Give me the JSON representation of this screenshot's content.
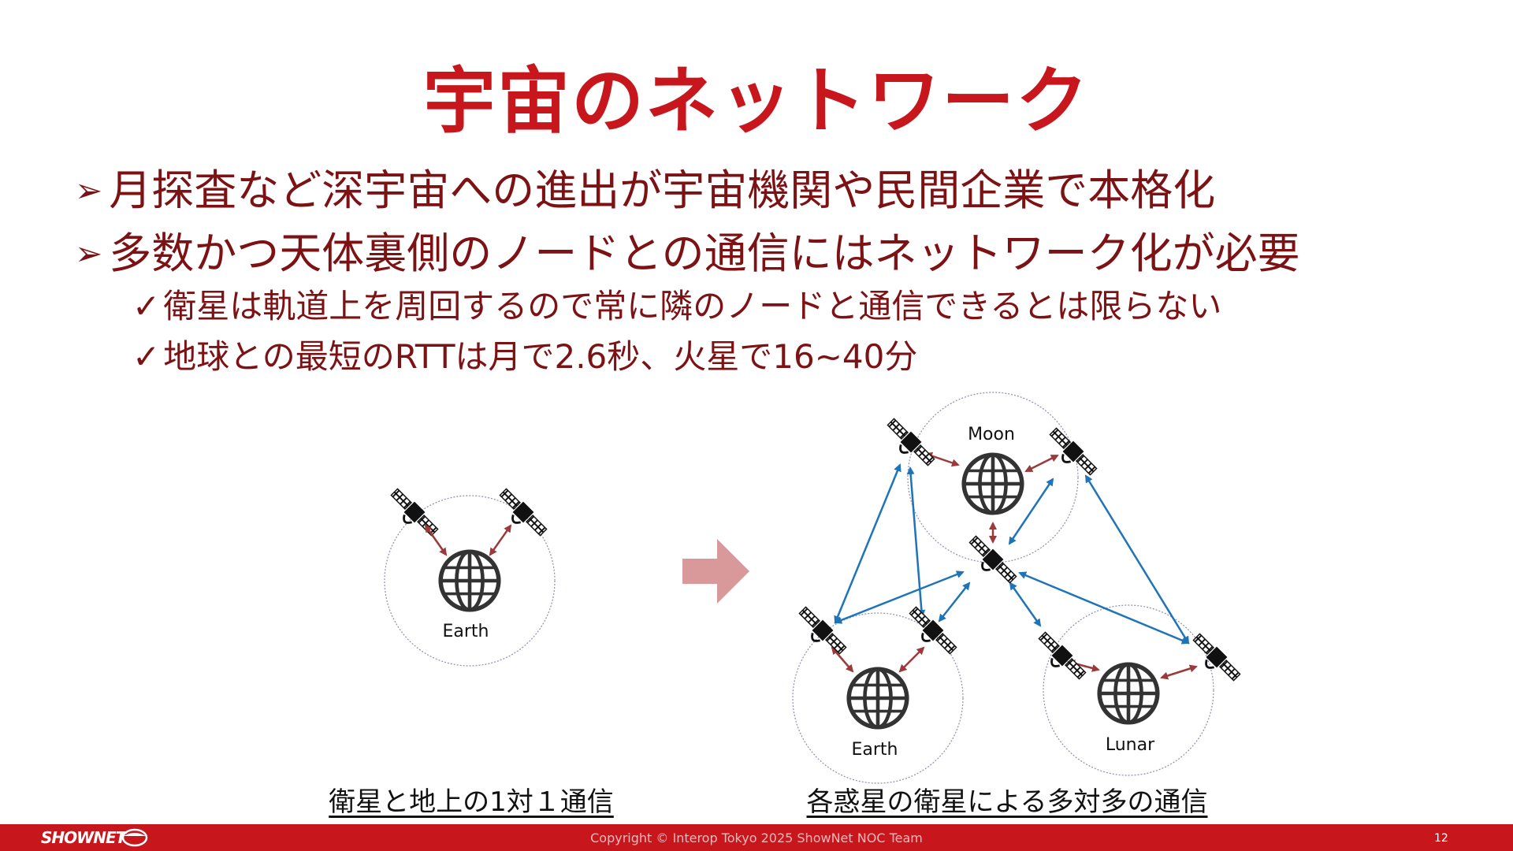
{
  "slide": {
    "title": "宇宙のネットワーク",
    "page_number": "12"
  },
  "bullets": [
    {
      "marker": "➢",
      "text": "月探査など深宇宙への進出が宇宙機関や民間企業で本格化"
    },
    {
      "marker": "➢",
      "text": "多数かつ天体裏側のノードとの通信にはネットワーク化が必要"
    }
  ],
  "sub_bullets": [
    {
      "marker": "✓",
      "text": "衛星は軌道上を周回するので常に隣のノードと通信できるとは限らない"
    },
    {
      "marker": "✓",
      "text": "地球との最短のRTTは月で2.6秒、火星で16~40分"
    }
  ],
  "diagram": {
    "left_caption": "衛星と地上の1対１通信",
    "right_caption": "各惑星の衛星による多対多の通信",
    "left_body_label": "Earth",
    "right_bodies": {
      "moon": "Moon",
      "earth": "Earth",
      "lunar": "Lunar"
    },
    "icons": {
      "planet": "globe-icon",
      "satellite": "satellite-icon",
      "transition": "arrow-right-icon"
    },
    "colors": {
      "ground_link": "#9a3a3a",
      "relay_link": "#1f74b8",
      "arrow": "#d9999b"
    }
  },
  "footer": {
    "logo_text": "SHOWNET",
    "copyright": "Copyright © Interop Tokyo 2025 ShowNet NOC Team",
    "background": "#c8161d"
  }
}
